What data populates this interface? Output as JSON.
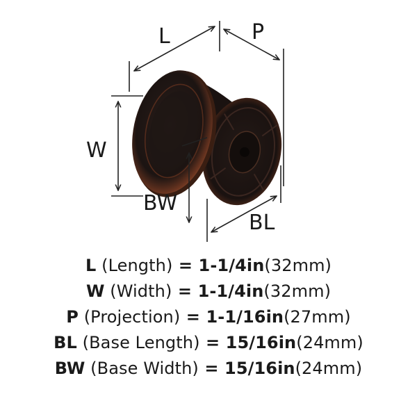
{
  "dimension_labels": {
    "L": "L",
    "P": "P",
    "W": "W",
    "BW": "BW",
    "BL": "BL"
  },
  "specs": [
    {
      "abbr": "L",
      "name": " (Length)",
      "eq": " = ",
      "frac": "1-1/4in",
      "metric": "(32mm)"
    },
    {
      "abbr": "W",
      "name": " (Width)",
      "eq": " = ",
      "frac": "1-1/4in",
      "metric": "(32mm)"
    },
    {
      "abbr": "P",
      "name": " (Projection)",
      "eq": " = ",
      "frac": "1-1/16in",
      "metric": "(27mm)"
    },
    {
      "abbr": "BL",
      "name": " (Base Length)",
      "eq": " = ",
      "frac": "15/16in",
      "metric": "(24mm)"
    },
    {
      "abbr": "BW",
      "name": " (Base Width)",
      "eq": " = ",
      "frac": "15/16in",
      "metric": "(24mm)"
    }
  ],
  "colors": {
    "finish": "#1c1412",
    "copper_highlight": "#8a4a2c",
    "line": "#222222"
  }
}
